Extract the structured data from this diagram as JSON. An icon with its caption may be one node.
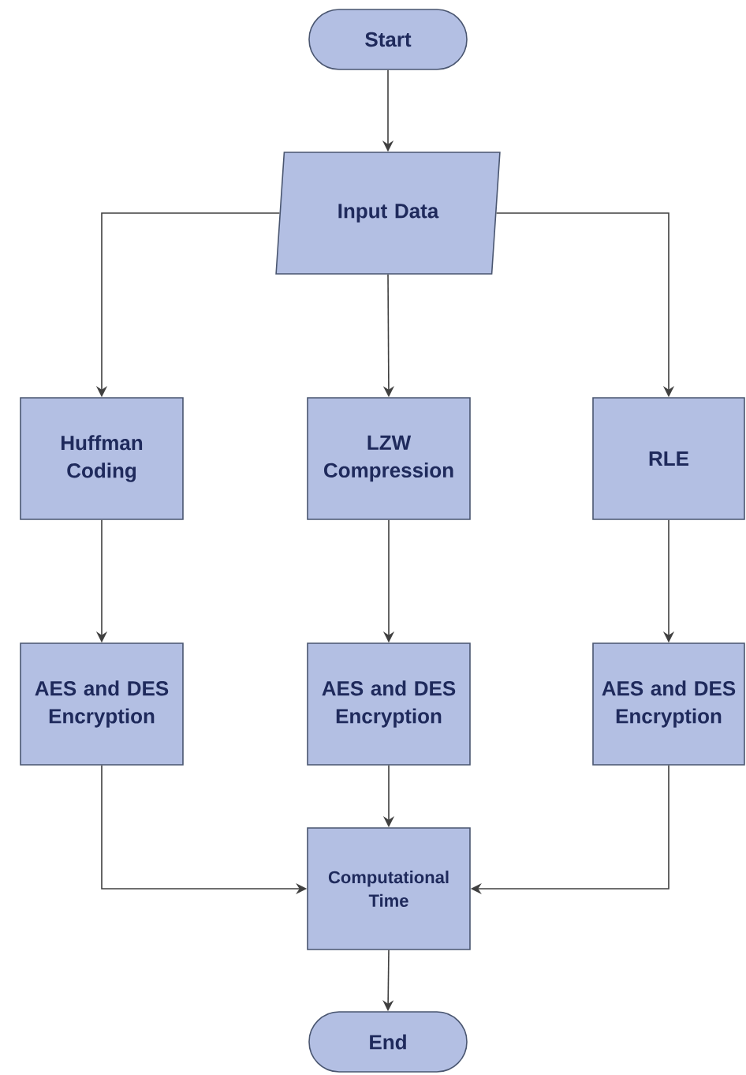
{
  "diagram": {
    "nodes": [
      {
        "text": [
          "Start"
        ]
      },
      {
        "text": [
          "Input Data"
        ]
      },
      {
        "text": [
          "Huffman Coding"
        ]
      },
      {
        "text": [
          "LZW Compression"
        ]
      },
      {
        "text": [
          "RLE"
        ]
      },
      {
        "text": [
          "AES and DES Encryption"
        ]
      },
      {
        "text": [
          "AES and DES Encryption"
        ]
      },
      {
        "text": [
          "AES and DES Encryption"
        ]
      },
      {
        "text": [
          "Computational Time"
        ]
      },
      {
        "text": [
          "End"
        ]
      }
    ],
    "edges": [
      {
        "from": 0,
        "to": 1,
        "arrow": "to"
      },
      {
        "from": 1,
        "to": 2,
        "arrow": "to"
      },
      {
        "from": 1,
        "to": 3,
        "arrow": "to"
      },
      {
        "from": 1,
        "to": 4,
        "arrow": "to"
      },
      {
        "from": 2,
        "to": 5,
        "arrow": "to"
      },
      {
        "from": 3,
        "to": 6,
        "arrow": "to"
      },
      {
        "from": 4,
        "to": 7,
        "arrow": "to"
      },
      {
        "from": 5,
        "to": 8,
        "arrow": "to"
      },
      {
        "from": 6,
        "to": 8,
        "arrow": "to"
      },
      {
        "from": 7,
        "to": 8,
        "arrow": "to"
      },
      {
        "from": 8,
        "to": 9,
        "arrow": "to"
      }
    ]
  }
}
